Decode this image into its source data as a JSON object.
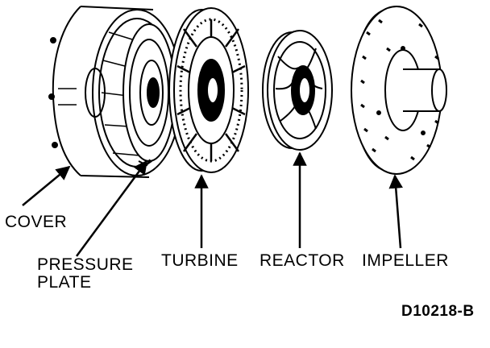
{
  "labels": {
    "cover": "COVER",
    "pressure_plate_line1": "PRESSURE",
    "pressure_plate_line2": "PLATE",
    "turbine": "TURBINE",
    "reactor": "REACTOR",
    "impeller": "IMPELLER"
  },
  "figure_code": "D10218-B",
  "colors": {
    "ink": "#000000",
    "paper": "#ffffff"
  }
}
